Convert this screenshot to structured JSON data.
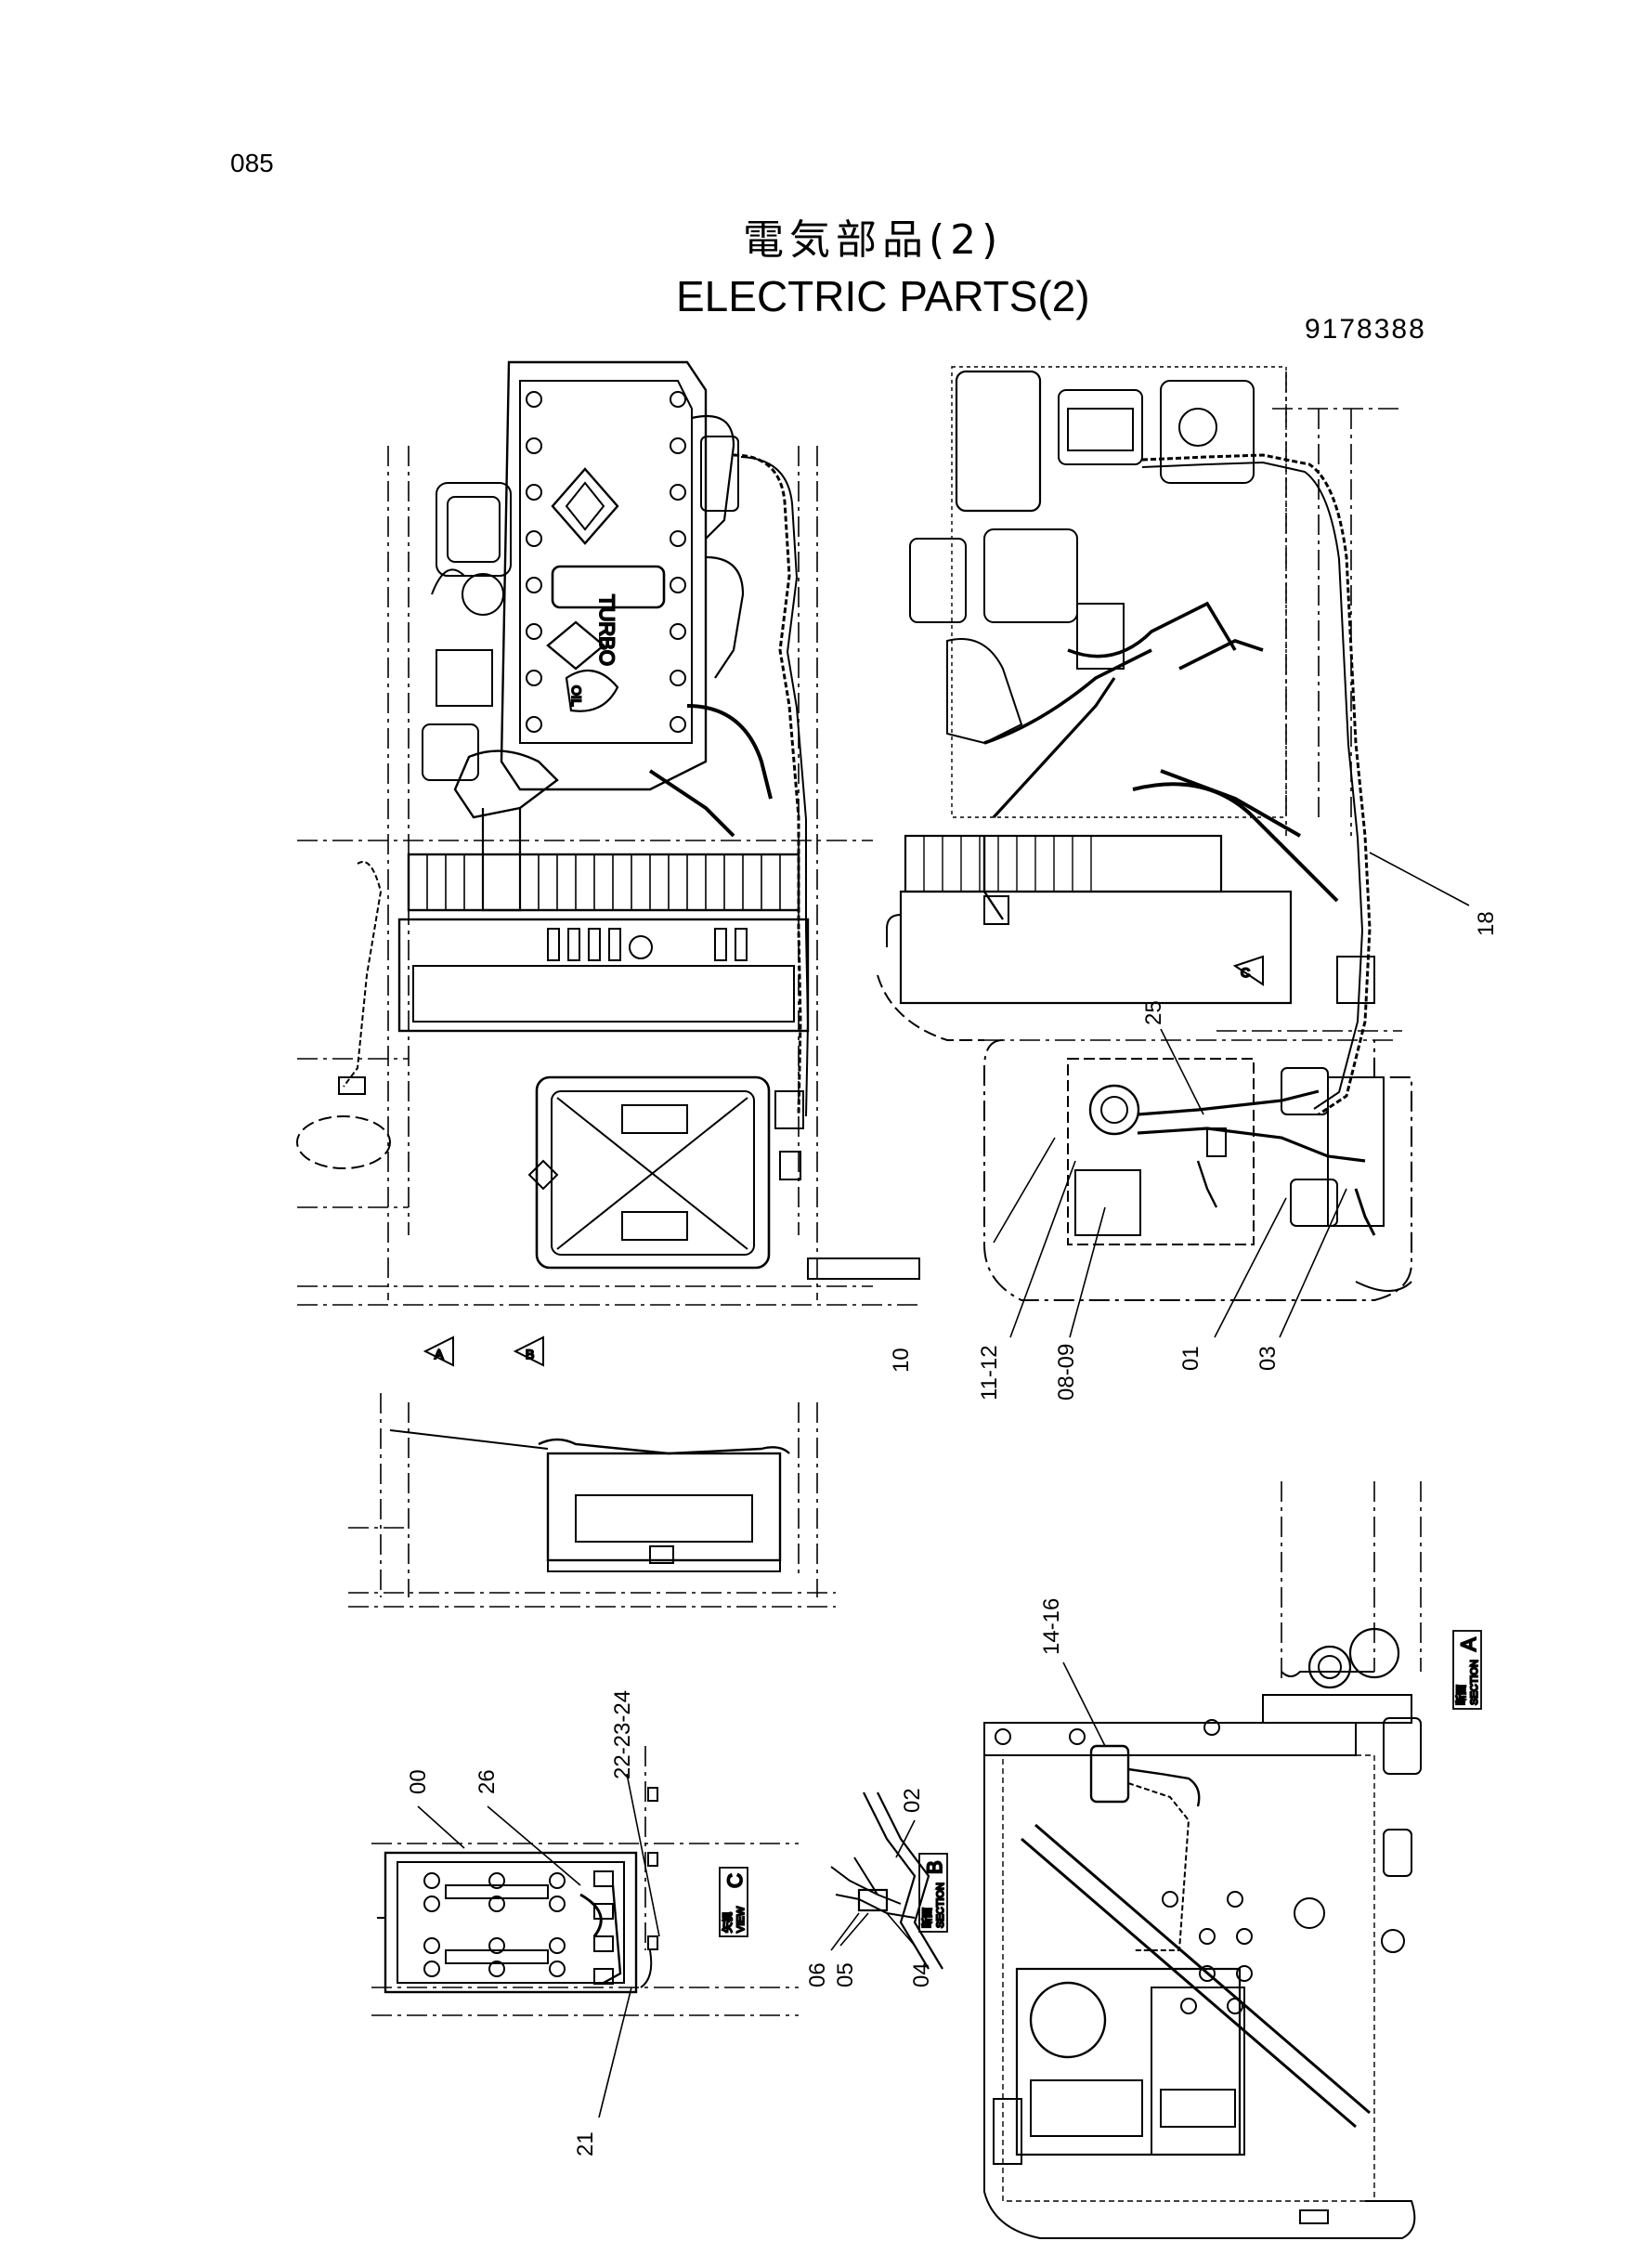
{
  "page": {
    "number": "085",
    "title_jp": "電気部品(2)",
    "title_en": "ELECTRIC PARTS(2)",
    "drawing_number": "9178388"
  },
  "engine": {
    "turbo_label": "TURBO",
    "oil_label": "OIL"
  },
  "view_markers": {
    "a": "A",
    "b": "B",
    "c": "C"
  },
  "section_tags": {
    "section_a": {
      "jp": "断面",
      "en": "SECTION",
      "letter": "A"
    },
    "section_b": {
      "jp": "断面",
      "en": "SECTION",
      "letter": "B"
    },
    "view_c": {
      "jp": "矢視",
      "en": "VIEW",
      "letter": "C"
    }
  },
  "callouts": {
    "c18": "18",
    "c25": "25",
    "c10": "10",
    "c11_12": "11-12",
    "c08_09": "08-09",
    "c01": "01",
    "c03": "03",
    "c14_16": "14-16",
    "c00": "00",
    "c26": "26",
    "c22_23_24": "22-23-24",
    "c21": "21",
    "c02": "02",
    "c06": "06",
    "c05": "05",
    "c04": "04"
  }
}
